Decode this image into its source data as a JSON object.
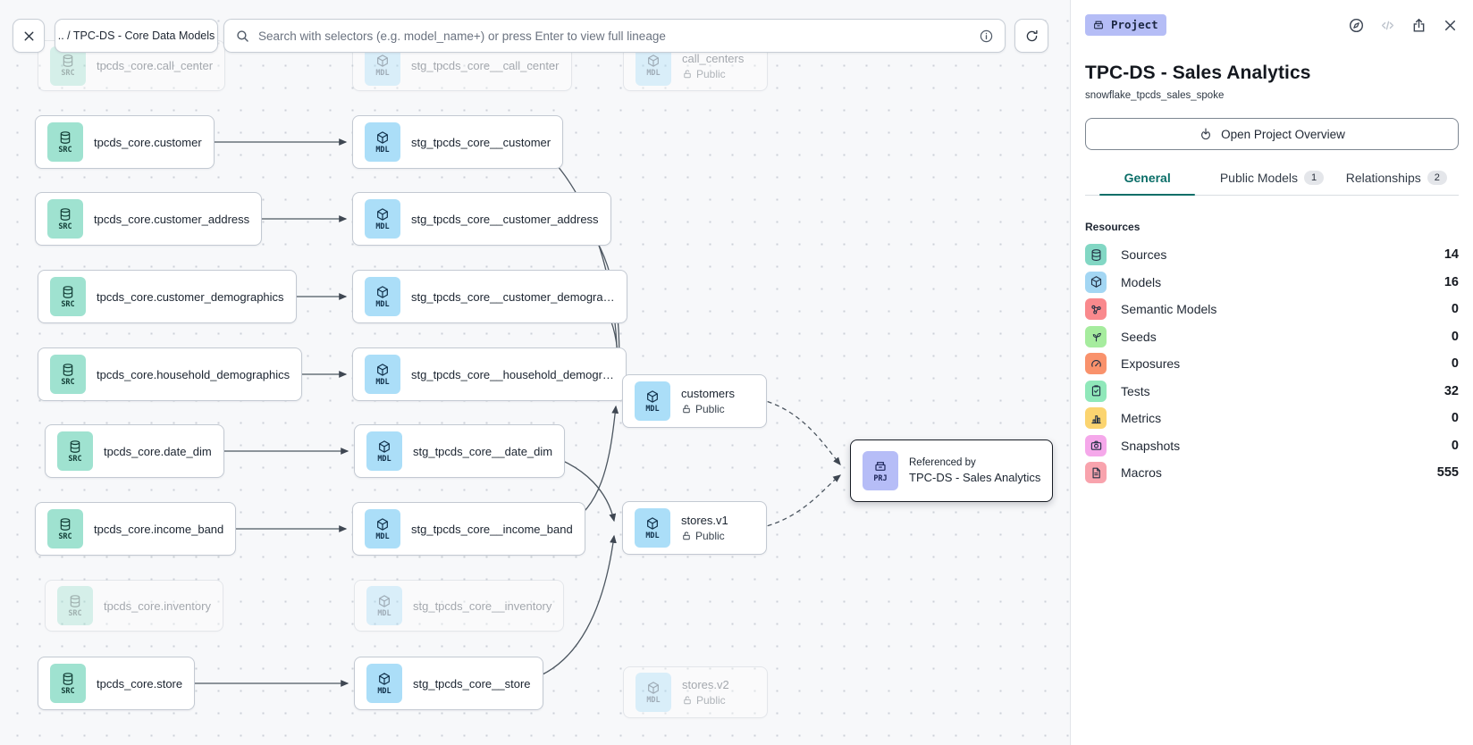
{
  "toolbar": {
    "breadcrumb": ".. / TPC-DS - Core Data Models",
    "search_placeholder": "Search with selectors (e.g. model_name+) or press Enter to view full lineage",
    "icons": [
      "close-icon",
      "search-icon",
      "info-icon",
      "refresh-icon"
    ]
  },
  "canvas": {
    "nodes": {
      "call_center_src": {
        "badge": "SRC",
        "label": "tpcds_core.call_center"
      },
      "call_center_stg": {
        "badge": "MDL",
        "label": "stg_tpcds_core__call_center"
      },
      "call_centers_pub": {
        "badge": "MDL",
        "label": "call_centers",
        "sublabel": "Public"
      },
      "customer_src": {
        "badge": "SRC",
        "label": "tpcds_core.customer"
      },
      "customer_stg": {
        "badge": "MDL",
        "label": "stg_tpcds_core__customer"
      },
      "customer_address_src": {
        "badge": "SRC",
        "label": "tpcds_core.customer_address"
      },
      "customer_address_stg": {
        "badge": "MDL",
        "label": "stg_tpcds_core__customer_address"
      },
      "customer_demographics_src": {
        "badge": "SRC",
        "label": "tpcds_core.customer_demographics"
      },
      "customer_demographics_stg": {
        "badge": "MDL",
        "label": "stg_tpcds_core__customer_demogra…"
      },
      "household_demographics_src": {
        "badge": "SRC",
        "label": "tpcds_core.household_demographics"
      },
      "household_demographics_stg": {
        "badge": "MDL",
        "label": "stg_tpcds_core__household_demogr…"
      },
      "date_dim_src": {
        "badge": "SRC",
        "label": "tpcds_core.date_dim"
      },
      "date_dim_stg": {
        "badge": "MDL",
        "label": "stg_tpcds_core__date_dim"
      },
      "income_band_src": {
        "badge": "SRC",
        "label": "tpcds_core.income_band"
      },
      "income_band_stg": {
        "badge": "MDL",
        "label": "stg_tpcds_core__income_band"
      },
      "inventory_src": {
        "badge": "SRC",
        "label": "tpcds_core.inventory"
      },
      "inventory_stg": {
        "badge": "MDL",
        "label": "stg_tpcds_core__inventory"
      },
      "store_src": {
        "badge": "SRC",
        "label": "tpcds_core.store"
      },
      "store_stg": {
        "badge": "MDL",
        "label": "stg_tpcds_core__store"
      },
      "customers_pub": {
        "badge": "MDL",
        "label": "customers",
        "sublabel": "Public"
      },
      "stores_v1_pub": {
        "badge": "MDL",
        "label": "stores.v1",
        "sublabel": "Public"
      },
      "stores_v2_pub": {
        "badge": "MDL",
        "label": "stores.v2",
        "sublabel": "Public"
      },
      "project_ref": {
        "badge": "PRJ",
        "pretext": "Referenced by",
        "label": "TPC-DS - Sales Analytics"
      }
    }
  },
  "panel": {
    "type_badge": "Project",
    "header_icons": [
      "compass-icon",
      "code-icon",
      "share-icon",
      "close-icon"
    ],
    "title": "TPC-DS - Sales Analytics",
    "subtitle": "snowflake_tpcds_sales_spoke",
    "overview_button": "Open Project Overview",
    "tabs": [
      {
        "label": "General",
        "active": true
      },
      {
        "label": "Public Models",
        "badge": "1"
      },
      {
        "label": "Relationships",
        "badge": "2"
      }
    ],
    "resources_heading": "Resources",
    "resources": [
      {
        "name": "Sources",
        "count": "14",
        "icon": "database-icon",
        "color": "#82d7c4"
      },
      {
        "name": "Models",
        "count": "16",
        "icon": "cube-icon",
        "color": "#a3d6f3"
      },
      {
        "name": "Semantic Models",
        "count": "0",
        "icon": "graph-nodes-icon",
        "color": "#f9898d"
      },
      {
        "name": "Seeds",
        "count": "0",
        "icon": "sprout-icon",
        "color": "#a6ec9e"
      },
      {
        "name": "Exposures",
        "count": "0",
        "icon": "gauge-icon",
        "color": "#f9926c"
      },
      {
        "name": "Tests",
        "count": "32",
        "icon": "clipboard-check-icon",
        "color": "#90e8ba"
      },
      {
        "name": "Metrics",
        "count": "0",
        "icon": "bar-chart-icon",
        "color": "#fbd470"
      },
      {
        "name": "Snapshots",
        "count": "0",
        "icon": "camera-icon",
        "color": "#f5a8ea"
      },
      {
        "name": "Macros",
        "count": "555",
        "icon": "document-icon",
        "color": "#f8a3ad"
      }
    ]
  },
  "colors": {
    "accent_teal": "#0b6e68",
    "project_badge": "#b5bdf6",
    "source_badge": "#9fe2d0",
    "model_badge": "#abdef8",
    "canvas_bg": "#f7f8fa"
  }
}
